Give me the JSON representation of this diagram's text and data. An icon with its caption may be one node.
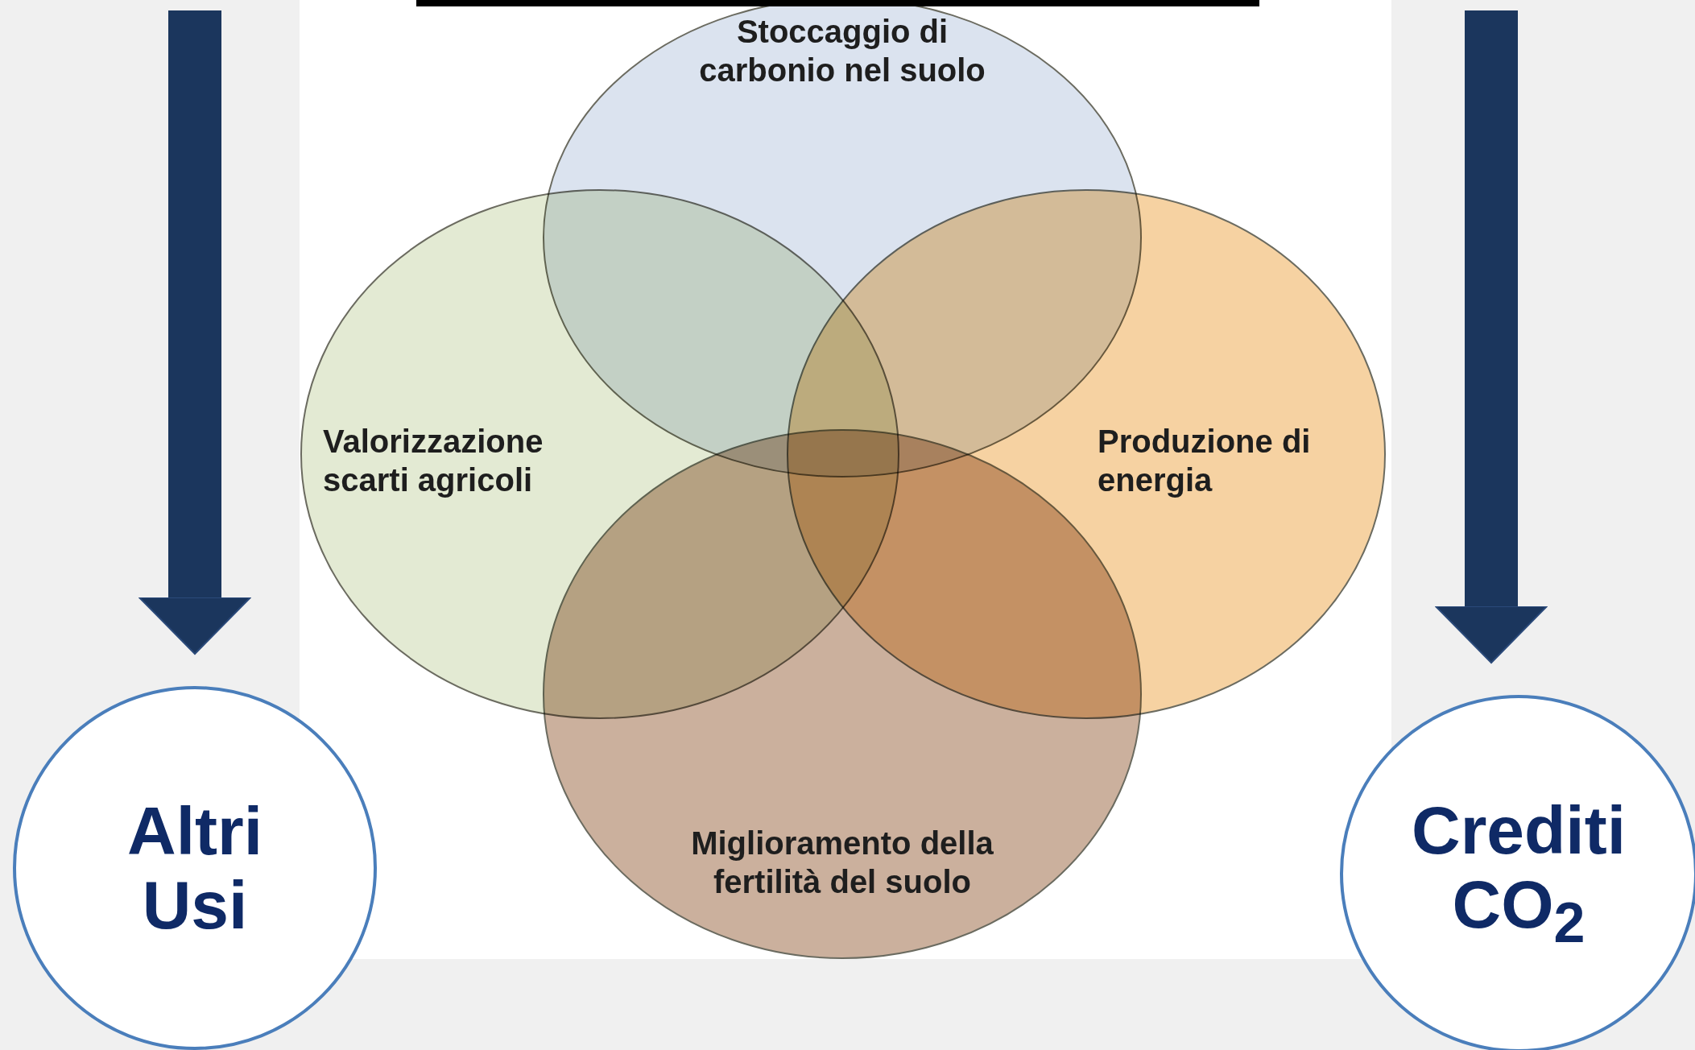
{
  "diagram": {
    "nodes": [
      {
        "text": [
          "Stoccaggio di carbonio nel suolo"
        ]
      },
      {
        "text": [
          "Valorizzazione scarti agricoli"
        ]
      },
      {
        "text": [
          "Produzione di energia"
        ]
      },
      {
        "text": [
          "Miglioramento della fertilità del suolo"
        ]
      },
      {
        "text": [
          "Altri Usi"
        ]
      },
      {
        "text": [
          "Crediti CO$_{2}$"
        ]
      }
    ],
    "edges": [
      {
        "from": null,
        "to": 4,
        "arrow": "to"
      },
      {
        "from": null,
        "to": 5,
        "arrow": "to"
      }
    ]
  }
}
